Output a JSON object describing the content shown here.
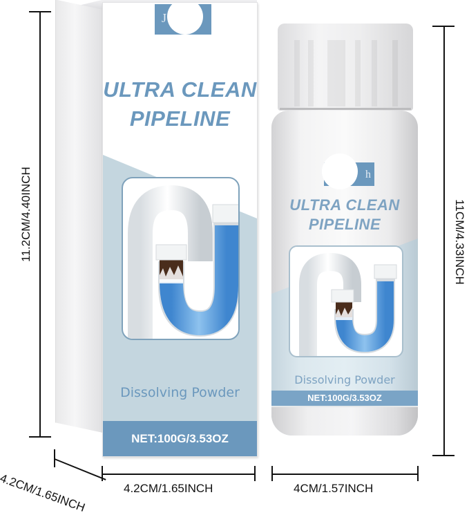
{
  "product": {
    "name_line1": "ULTRA CLEAN",
    "name_line2": "PIPELINE",
    "subtitle": "Dissolving Powder",
    "net_weight": "NET:100G/3.53OZ",
    "brand_letter_box": "J",
    "brand_letter_bottle": "h",
    "accent_color": "#6b98bd",
    "light_band_color": "#c4d6df"
  },
  "dimensions": {
    "box_height": "11.2CM/4.40INCH",
    "box_depth": "4.2CM/1.65INCH",
    "box_width": "4.2CM/1.65INCH",
    "bottle_height": "11CM/4.33INCH",
    "bottle_width": "4CM/1.57INCH"
  },
  "illustration": {
    "subject": "u-trap-pipe",
    "pipe_color": "#eef1f3",
    "water_color": "#5b9bd6",
    "clog_color": "#4a2d1c"
  }
}
